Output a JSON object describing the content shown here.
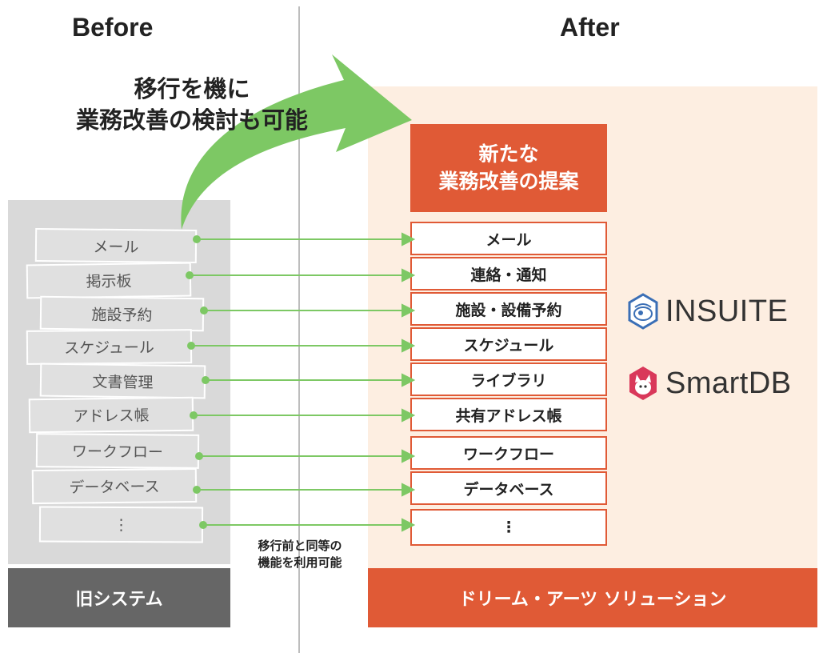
{
  "headings": {
    "before": "Before",
    "after": "After"
  },
  "migration_arrow": {
    "line1": "移行を機に",
    "line2": "業務改善の検討も可能"
  },
  "proposal": {
    "line1": "新たな",
    "line2": "業務改善の提案"
  },
  "old_system": {
    "items": [
      "メール",
      "掲示板",
      "施設予約",
      "スケジュール",
      "文書管理",
      "アドレス帳",
      "ワークフロー",
      "データベース",
      "⋮"
    ],
    "footer": "旧システム"
  },
  "new_solution": {
    "items": [
      "メール",
      "連絡・通知",
      "施設・設備予約",
      "スケジュール",
      "ライブラリ",
      "共有アドレス帳",
      "ワークフロー",
      "データベース",
      "⋮"
    ],
    "footer": "ドリーム・アーツ ソリューション"
  },
  "note": {
    "line1": "移行前と同等の",
    "line2": "機能を利用可能"
  },
  "logos": {
    "insuite": "INSUITE",
    "smartdb": "SmartDB"
  },
  "colors": {
    "accent": "#e05a36",
    "arrow": "#7dc864",
    "old_panel": "#d9d9d9",
    "new_panel": "#fdeee1",
    "old_footer": "#666666"
  }
}
